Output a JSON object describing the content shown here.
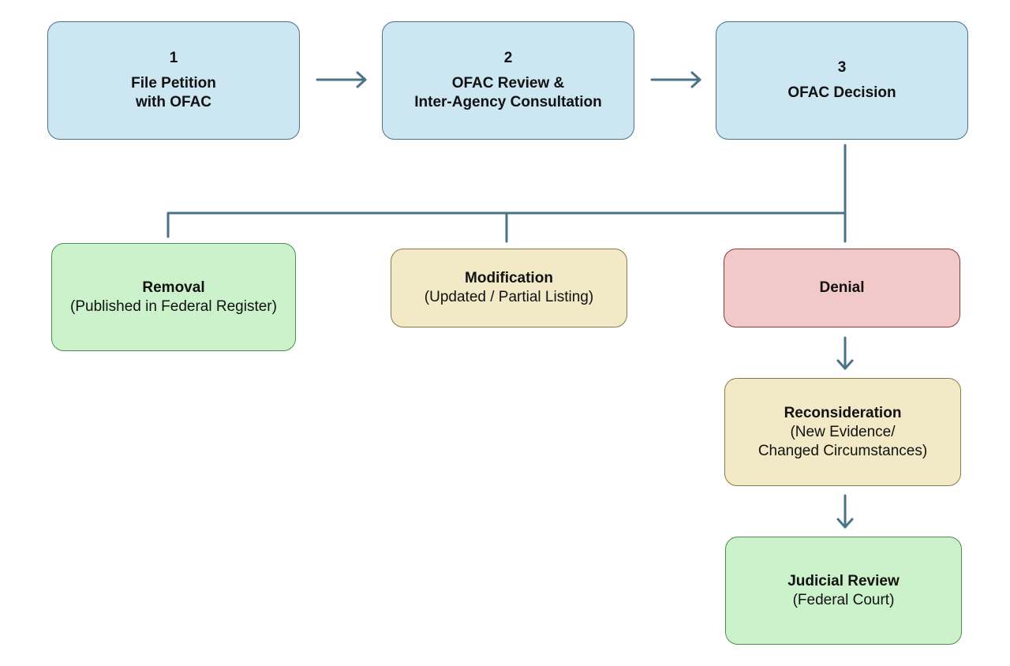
{
  "steps": [
    {
      "number": "1",
      "title_line1": "File Petition",
      "title_line2": "with OFAC"
    },
    {
      "number": "2",
      "title_line1": "OFAC Review &",
      "title_line2": "Inter-Agency Consultation"
    },
    {
      "number": "3",
      "title": "OFAC Decision"
    }
  ],
  "outcomes": {
    "removal": {
      "title": "Removal",
      "detail": "(Published in Federal Register)"
    },
    "modification": {
      "title": "Modification",
      "detail": "(Updated / Partial Listing)"
    },
    "denial": {
      "title": "Denial"
    }
  },
  "followups": {
    "reconsideration": {
      "title": "Reconsideration",
      "detail_line1": "(New Evidence/",
      "detail_line2": "Changed Circumstances)"
    },
    "judicial_review": {
      "title": "Judicial Review",
      "detail": "(Federal Court)"
    }
  },
  "colors": {
    "step": "#cce6f2",
    "removal": "#ccf2cc",
    "modification": "#f2e9c7",
    "denial": "#f2c9c9",
    "reconsideration": "#f2e9c7",
    "judicial_review": "#ccf2cc",
    "connector": "#4a7388"
  }
}
